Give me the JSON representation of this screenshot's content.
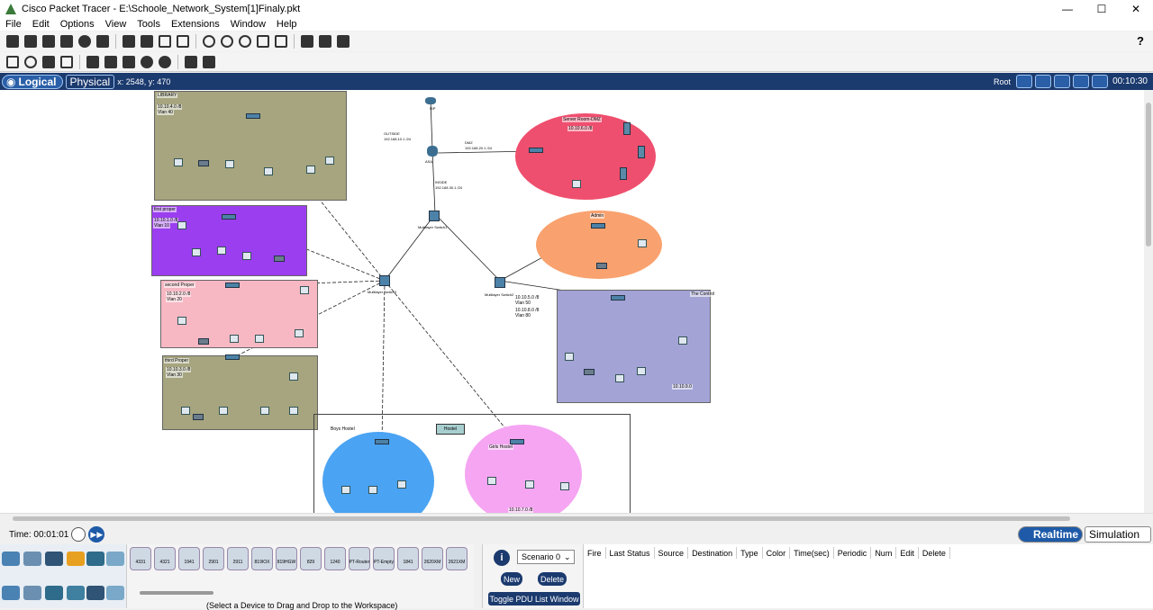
{
  "window": {
    "title": "Cisco Packet Tracer - E:\\Schoole_Network_System[1]Finaly.pkt",
    "minimize": "—",
    "maximize": "☐",
    "close": "✕"
  },
  "menu": [
    "File",
    "Edit",
    "Options",
    "View",
    "Tools",
    "Extensions",
    "Window",
    "Help"
  ],
  "help_symbol": "?",
  "logical_bar": {
    "logical_label": "Logical",
    "physical_label": "Physical",
    "coords": "x: 2548, y: 470",
    "root_label": "Root",
    "clock": "00:10:30"
  },
  "zones": {
    "library": "LIBRARY",
    "library_net": "10.10.4.0 /8",
    "library_vlan": "Vlan 40",
    "first": "first proper",
    "first_net": "10.10.1.0 /8",
    "first_vlan": "Vlan 10",
    "second": "second Proper",
    "second_net": "10.10.2.0 /8",
    "second_vlan": "Vlan 20",
    "third": "third Proper",
    "third_net": "10.10.3.0 /8",
    "third_vlan": "Vlan 30",
    "server": "Server Room-DMZ",
    "server_net": "10.10.6.0 /8",
    "admin": "Admin",
    "admin_net": "10.10.5.0 /8",
    "admin_vlan": "Vlan 50",
    "admin_alt": "10.10.8.0 /8",
    "admin_alt_vlan": "Vlan 80",
    "staff": "The Control",
    "staff_net": "10.10.9.0",
    "boys": "Boys Hostel",
    "girls": "Girls Hostel",
    "girls_net": "10.10.7.0 /8",
    "hostel": "Hostel"
  },
  "devices": {
    "isp": "ISP",
    "outside": "OUTSIDE",
    "outside_ip": "192.168.10.1 /24",
    "dmz": "DMZ",
    "dmz_ip": "192.168.20.1 /24",
    "inside": "INSIDE",
    "inside_ip": "192.168.30.1 /24",
    "asa": "ASA",
    "ml1": "Multilayer Switch1",
    "ml0": "Multilayer Switch0",
    "ml2": "Multilayer Switch2"
  },
  "bottom": {
    "time": "Time: 00:01:01",
    "realtime": "Realtime",
    "simulation": "Simulation",
    "drag_hint": "(Select a Device to Drag and Drop to the Workspace)",
    "scenario": "Scenario 0",
    "new": "New",
    "delete": "Delete",
    "toggle_pdu": "Toggle PDU List Window",
    "info": "i"
  },
  "models": [
    "4331",
    "4321",
    "1941",
    "2901",
    "2911",
    "819IOX",
    "819HGW",
    "829",
    "1240",
    "PT-Router",
    "PT-Empty",
    "1841",
    "2620XM",
    "2621XM"
  ],
  "pdu_columns": [
    "Fire",
    "Last Status",
    "Source",
    "Destination",
    "Type",
    "Color",
    "Time(sec)",
    "Periodic",
    "Num",
    "Edit",
    "Delete"
  ],
  "colors": {
    "library_zone": "#a6a57f",
    "first_zone": "#9b3ef0",
    "second_zone": "#f7b8c3",
    "third_zone": "#a6a57f",
    "server_zone": "#ef4f6e",
    "admin_zone": "#f9a26f",
    "staff_zone": "#a3a3d6",
    "boys_zone": "#4aa3f3",
    "girls_zone": "#f5a5f2"
  }
}
